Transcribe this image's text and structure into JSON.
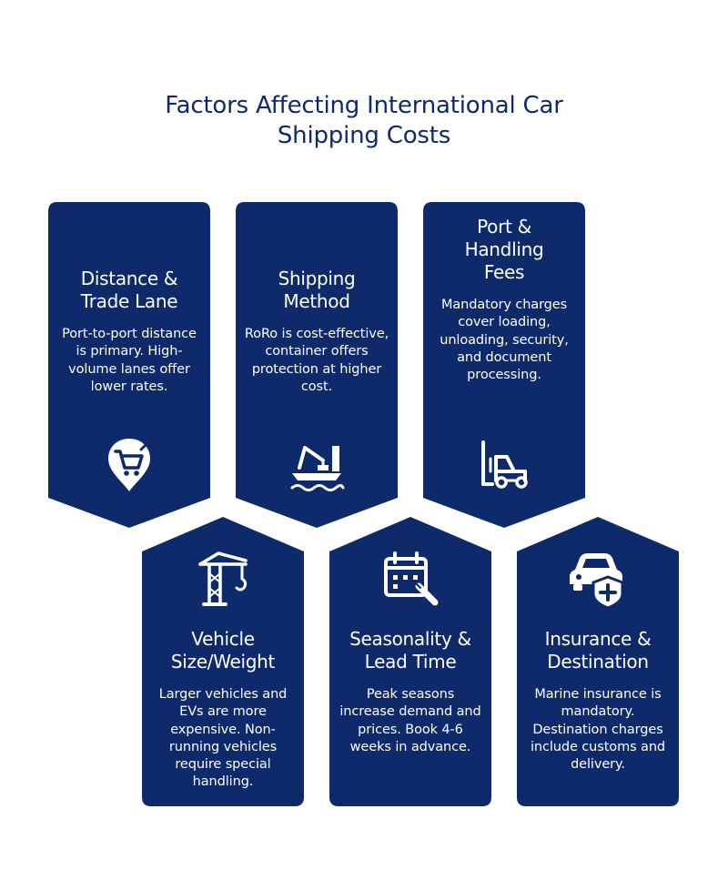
{
  "title": {
    "line1": "Factors Affecting International Car",
    "line2": "Shipping Costs"
  },
  "colors": {
    "card_bg": "#0e2a6b",
    "title": "#0e2a6b",
    "text": "#ffffff"
  },
  "cards": [
    {
      "title_lines": [
        "Distance &",
        "Trade Lane"
      ],
      "description": "Port-to-port distance is primary. High-volume lanes offer lower rates.",
      "icon": "map-pin-cart-icon"
    },
    {
      "title_lines": [
        "Shipping",
        "Method"
      ],
      "description": "RoRo is cost-effective, container offers protection at higher cost.",
      "icon": "ship-crane-icon"
    },
    {
      "title_lines": [
        "Port &",
        "Handling",
        "Fees"
      ],
      "description": "Mandatory charges cover loading, unloading, security, and document processing.",
      "icon": "forklift-icon"
    },
    {
      "title_lines": [
        "Vehicle",
        "Size/Weight"
      ],
      "description": "Larger vehicles and EVs are more expensive. Non-running vehicles require special handling.",
      "icon": "tower-crane-icon"
    },
    {
      "title_lines": [
        "Seasonality &",
        "Lead Time"
      ],
      "description": "Peak seasons increase demand and prices. Book 4-6 weeks in advance.",
      "icon": "calendar-pen-icon"
    },
    {
      "title_lines": [
        "Insurance &",
        "Destination"
      ],
      "description": "Marine insurance is mandatory. Destination charges include customs and delivery.",
      "icon": "car-shield-icon"
    }
  ]
}
